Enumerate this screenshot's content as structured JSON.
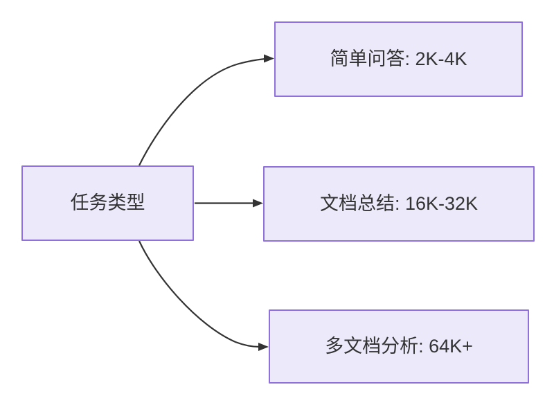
{
  "diagram": {
    "type": "flowchart",
    "direction": "left-to-right",
    "background_color": "#ffffff",
    "node_fill_color": "#ebe9fa",
    "node_border_color": "#9070dc",
    "node_text_color": "#333333",
    "edge_color": "#333333",
    "nodes": [
      {
        "id": "source",
        "label": "任务类型",
        "role": "source"
      },
      {
        "id": "simple-qa",
        "label": "简单问答: 2K-4K",
        "role": "target"
      },
      {
        "id": "doc-summary",
        "label": "文档总结: 16K-32K",
        "role": "target"
      },
      {
        "id": "multi-doc",
        "label": "多文档分析: 64K+",
        "role": "target"
      }
    ],
    "edges": [
      {
        "id": "edge-source-simple-qa",
        "from": "source",
        "to": "simple-qa",
        "label": "",
        "style": "curved",
        "arrowhead": "filled-triangle"
      },
      {
        "id": "edge-source-doc-summary",
        "from": "source",
        "to": "doc-summary",
        "label": "",
        "style": "straight",
        "arrowhead": "filled-triangle"
      },
      {
        "id": "edge-source-multi-doc",
        "from": "source",
        "to": "multi-doc",
        "label": "",
        "style": "curved",
        "arrowhead": "filled-triangle"
      }
    ]
  }
}
